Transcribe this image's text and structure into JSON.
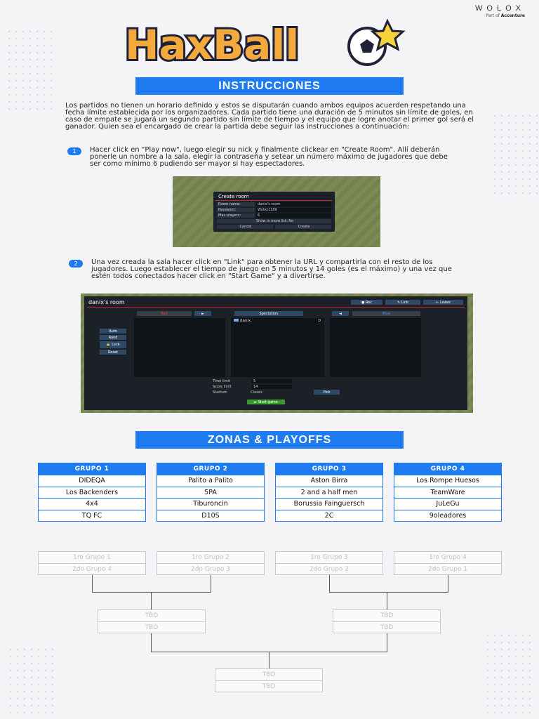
{
  "brand": {
    "name": "WOLOX",
    "part_prefix": "Part of",
    "part_company": "Accenture"
  },
  "logo": {
    "text": "HaxBall"
  },
  "sections": {
    "instructions": "INSTRUCCIONES",
    "zones": "ZONAS & PLAYOFFS"
  },
  "intro": "Los partidos no tienen un horario definido y estos se disputarán cuando ambos equipos acuerden respetando una fecha límite establecida por los organizadores. Cada partido tiene una duración de 5 minutos sin límite de goles, en caso de empate se jugará un segundo partido sin límite de tiempo y el equipo que logre anotar el primer gol será el ganador. Quien sea el encargado de crear la partida debe seguir las instrucciones a continuación:",
  "steps": [
    {
      "num": "1",
      "text": "Hacer click en \"Play now\", luego elegir su nick y finalmente clickear en \"Create Room\". Allí deberán ponerle un nombre a la sala, elegir la contraseña y setear un número máximo de jugadores que debe ser como mínimo 6 pudiendo ser mayor si hay espectadores."
    },
    {
      "num": "2",
      "text": "Una vez creada la sala hacer click en \"Link\" para obtener la URL y compartirla con el resto de los jugadores. Luego establecer el tiempo de juego en 5 minutos y 14 goles (es el máximo) y una vez que estén todos conectados hacer click en \"Start Game\" y a divertirse."
    }
  ],
  "create_room": {
    "title": "Create room",
    "rows": [
      {
        "label": "Room name:",
        "value": "danix's room"
      },
      {
        "label": "Password:",
        "value": "Wolox1189"
      },
      {
        "label": "Max players:",
        "value": "6"
      }
    ],
    "show_in_list": "Show in room list: No",
    "cancel": "Cancel",
    "create": "Create"
  },
  "room": {
    "title": "danix's room",
    "rec": "● Rec",
    "link": "✎ Link",
    "leave": "← Leave",
    "red": "Red",
    "spectators": "Spectators",
    "blue": "Blue",
    "arrow_right": "►",
    "arrow_left": "◄",
    "player": "danix",
    "player_ping": "0",
    "side_buttons": [
      "Auto",
      "Rand",
      "🔒 Lock",
      "Reset"
    ],
    "time_limit_label": "Time limit",
    "time_limit": "5",
    "score_limit_label": "Score limit",
    "score_limit": "14",
    "stadium_label": "Stadium",
    "stadium": "Classic",
    "pick": "Pick",
    "start": "► Start game"
  },
  "groups": [
    {
      "title": "GRUPO 1",
      "teams": [
        "DIDEQA",
        "Los Backenders",
        "4x4",
        "TQ FC"
      ]
    },
    {
      "title": "GRUPO 2",
      "teams": [
        "Palito a Palito",
        "5PA",
        "Tiburoncin",
        "D10S"
      ]
    },
    {
      "title": "GRUPO 3",
      "teams": [
        "Aston Birra",
        "2 and a half men",
        "Borussia Fainguersch",
        "2C"
      ]
    },
    {
      "title": "GRUPO 4",
      "teams": [
        "Los Rompe Huesos",
        "TeamWare",
        "JuLeGu",
        "9oleadores"
      ]
    }
  ],
  "bracket": {
    "round1": [
      [
        "1ro Grupo 1",
        "2do Grupo 4"
      ],
      [
        "1ro Grupo 2",
        "2do Grupo 3"
      ],
      [
        "1ro Grupo 3",
        "2do Grupo 2"
      ],
      [
        "1ro Grupo 4",
        "2do Grupo 1"
      ]
    ],
    "semis": [
      [
        "TBD",
        "TBD"
      ],
      [
        "TBD",
        "TBD"
      ]
    ],
    "final": [
      "TBD",
      "TBD"
    ]
  },
  "colors": {
    "accent": "#1f7cf0",
    "field": "#7d8a55",
    "panel": "#1b2127"
  }
}
